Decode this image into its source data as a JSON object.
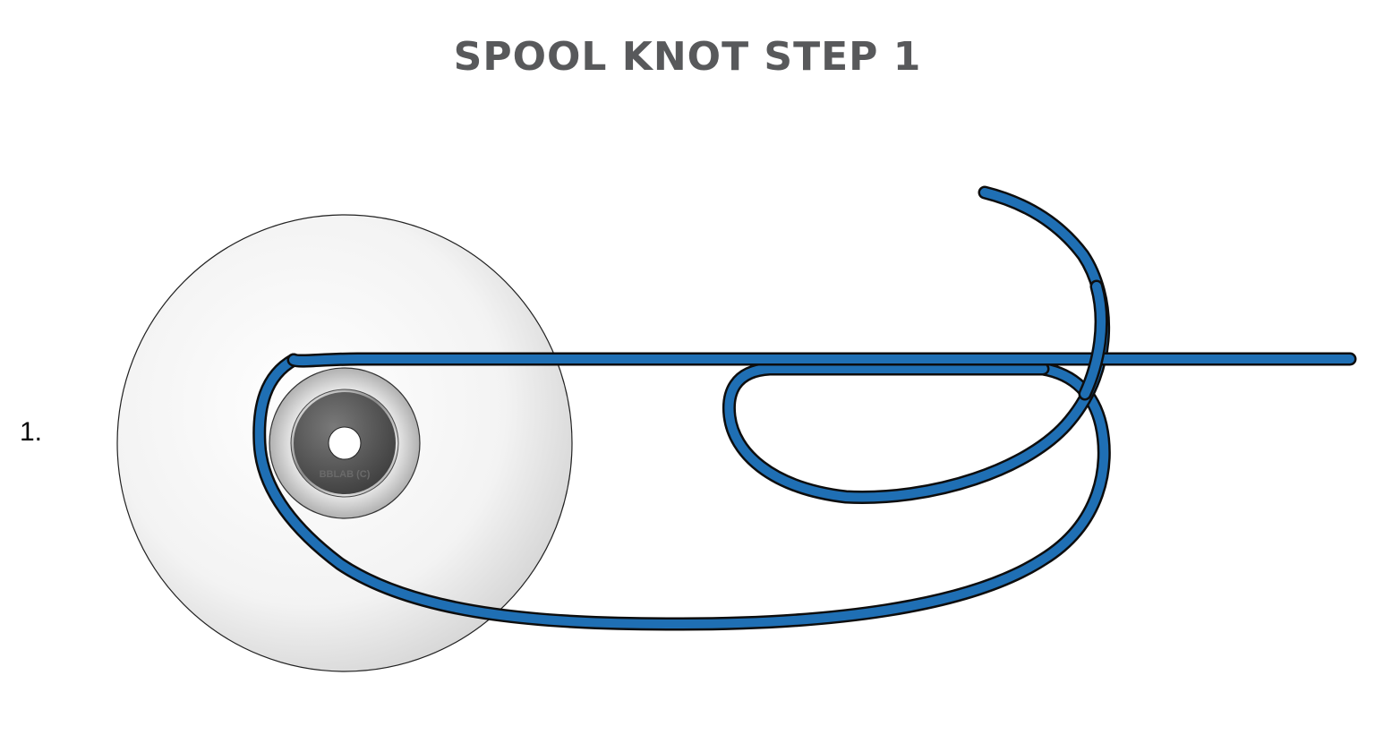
{
  "title": "SPOOL KNOT STEP 1",
  "step_label": "1.",
  "watermark": "BBLAB (C)",
  "colors": {
    "title": "#58595b",
    "line_fill": "#1f6fb4",
    "line_outline": "#0d0d0d",
    "spool_face": "#f2f2f2",
    "hub_dark": "#4a4a4a"
  }
}
